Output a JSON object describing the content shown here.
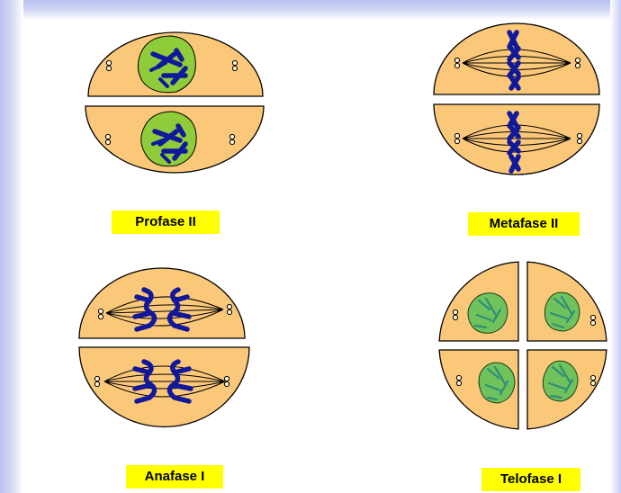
{
  "stages": {
    "profase_ii": {
      "label": "Profase II"
    },
    "metafase_ii": {
      "label": "Metafase II"
    },
    "anafase_i": {
      "label": "Anafase I"
    },
    "telofase_i": {
      "label": "Telofase I"
    }
  },
  "colors": {
    "cytoplasm": "#fbc87a",
    "nucleus": "#8fcc3a",
    "chromosome": "#12189a",
    "label_background": "#ffff00",
    "frame": "#c3c8f2"
  }
}
